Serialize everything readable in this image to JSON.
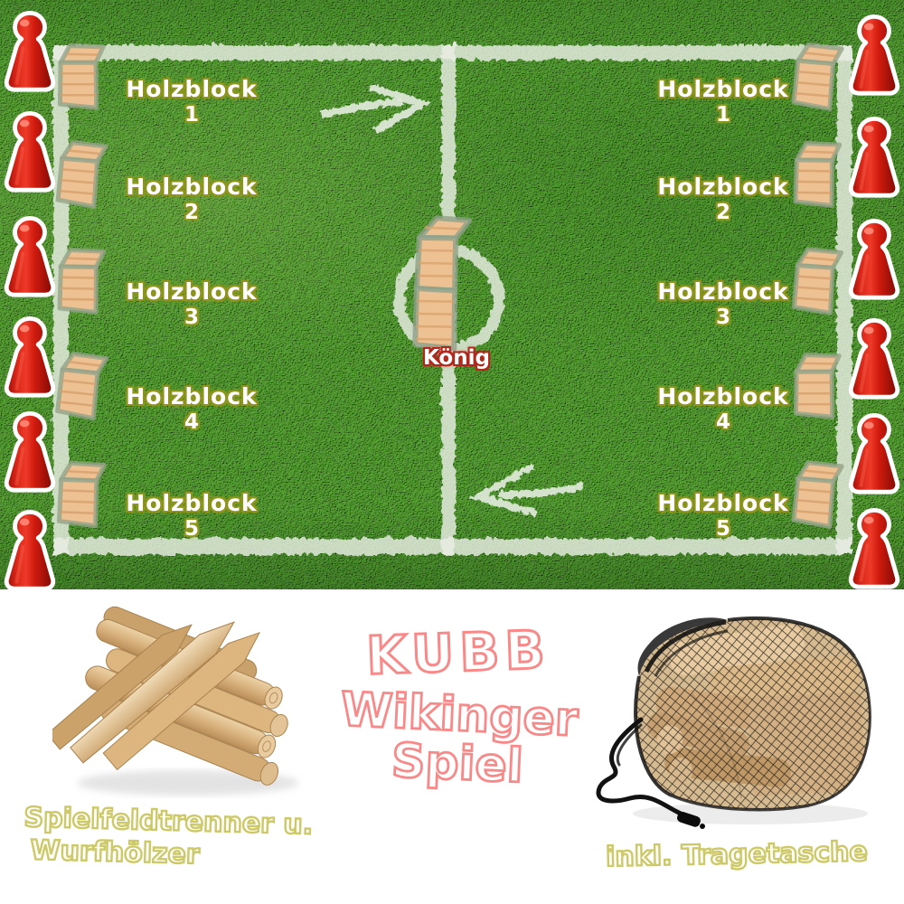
{
  "field": {
    "labels_left": [
      {
        "title": "Holzblock",
        "number": "1"
      },
      {
        "title": "Holzblock",
        "number": "2"
      },
      {
        "title": "Holzblock",
        "number": "3"
      },
      {
        "title": "Holzblock",
        "number": "4"
      },
      {
        "title": "Holzblock",
        "number": "5"
      }
    ],
    "labels_right": [
      {
        "title": "Holzblock",
        "number": "1"
      },
      {
        "title": "Holzblock",
        "number": "2"
      },
      {
        "title": "Holzblock",
        "number": "3"
      },
      {
        "title": "Holzblock",
        "number": "4"
      },
      {
        "title": "Holzblock",
        "number": "5"
      }
    ],
    "king_label": "König",
    "pawns_left_count": 6,
    "pawns_right_count": 6,
    "blocks_per_side": 5
  },
  "bottom": {
    "brand": "KUBB",
    "subtitle_1": "Wikinger",
    "subtitle_2": "Spiel",
    "caption_left_1": "Spielfeldtrenner u.",
    "caption_left_2": "Wurfhölzer",
    "caption_right": "inkl. Tragetasche"
  },
  "colors": {
    "grass": "#3f8226",
    "field_line": "#e9eee4",
    "wood_block": "#eec192",
    "wood_block_outline": "#93a48a",
    "pawn_red": "#d01c0f",
    "accent_pink": "#f98888",
    "accent_olive": "#cdc966",
    "holzblock_outline": "#8f941c",
    "koenig_outline": "#b3271a",
    "mesh_black": "#151515",
    "panel_bg": "#ffffff"
  },
  "icons": {
    "pawn": "red-pawn-icon",
    "kubb_block": "kubb-block-icon",
    "king_block": "king-block-icon",
    "arrow_right": "arrow-right-icon",
    "arrow_left": "arrow-left-icon",
    "sticks_photo": "throwing-sticks-photo",
    "bag_photo": "mesh-bag-photo"
  }
}
